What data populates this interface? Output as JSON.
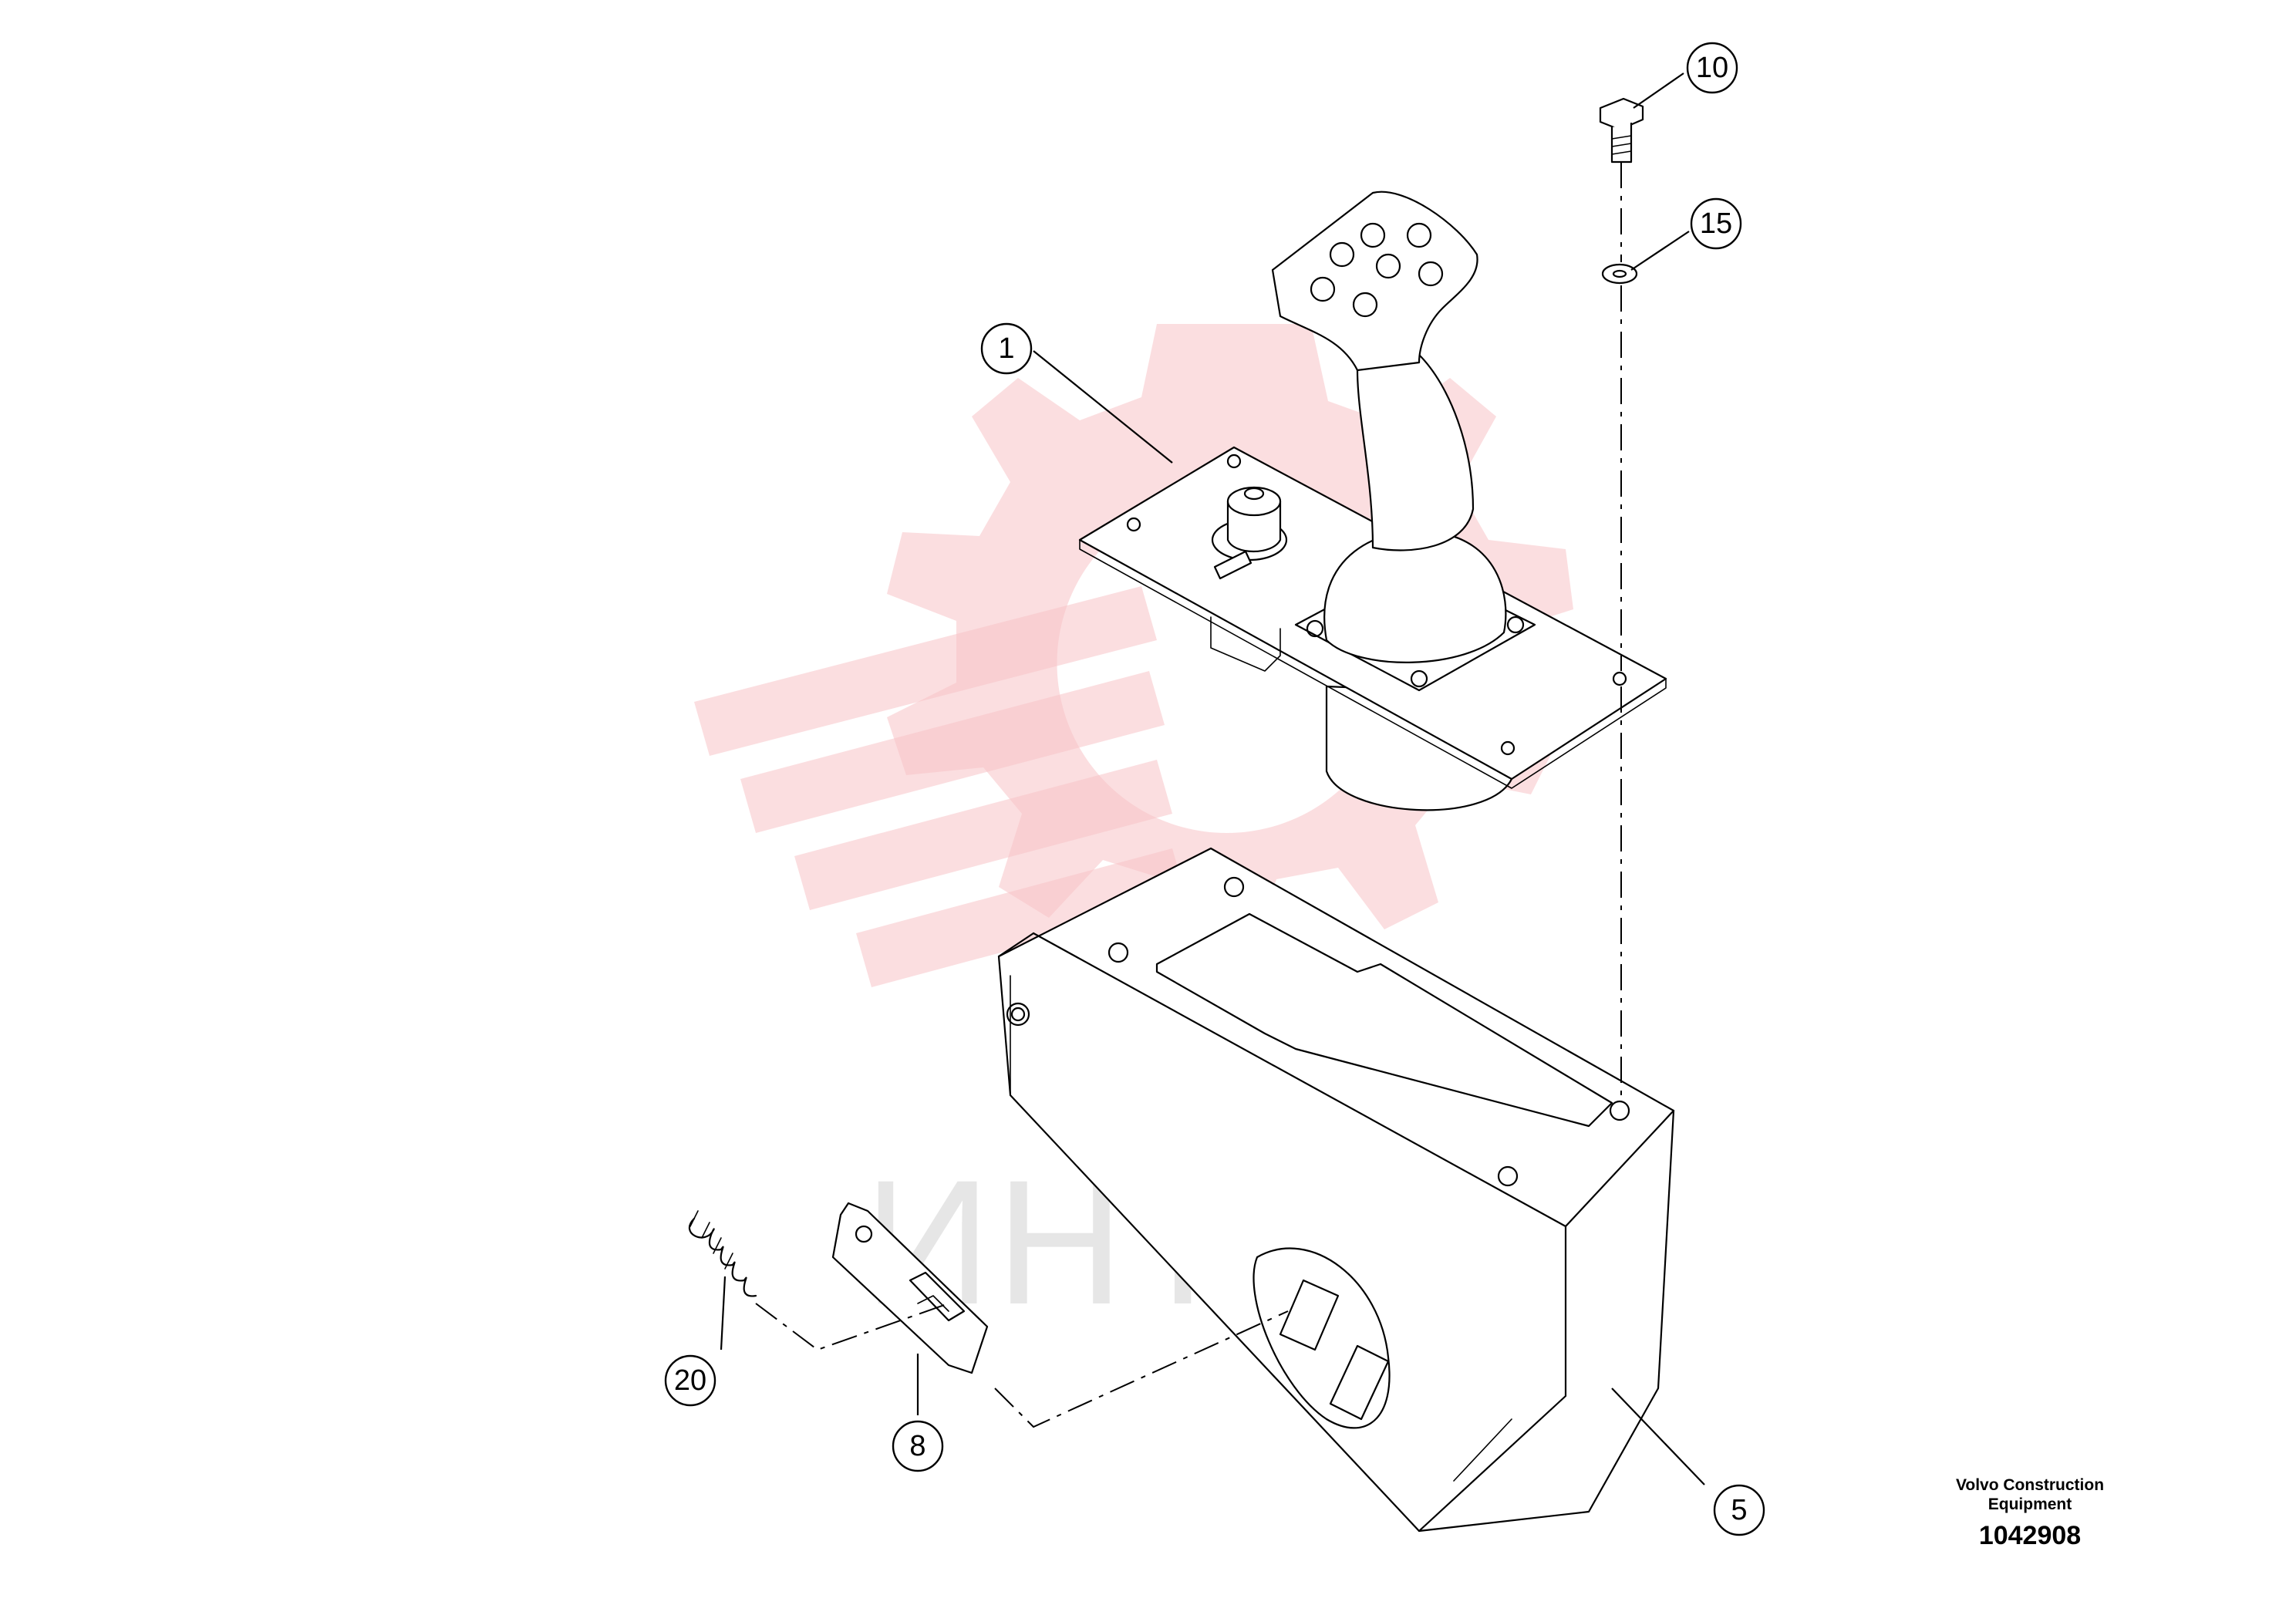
{
  "diagram": {
    "callouts": [
      {
        "id": "c1",
        "label": "1"
      },
      {
        "id": "c5",
        "label": "5"
      },
      {
        "id": "c8",
        "label": "8"
      },
      {
        "id": "c10",
        "label": "10"
      },
      {
        "id": "c15",
        "label": "15"
      },
      {
        "id": "c20",
        "label": "20"
      }
    ],
    "watermark": {
      "text": "ИНТЕХ",
      "color": "#f7c2c6"
    },
    "reference": {
      "company_line1": "Volvo Construction",
      "company_line2": "Equipment",
      "drawing_number": "1042908"
    }
  }
}
